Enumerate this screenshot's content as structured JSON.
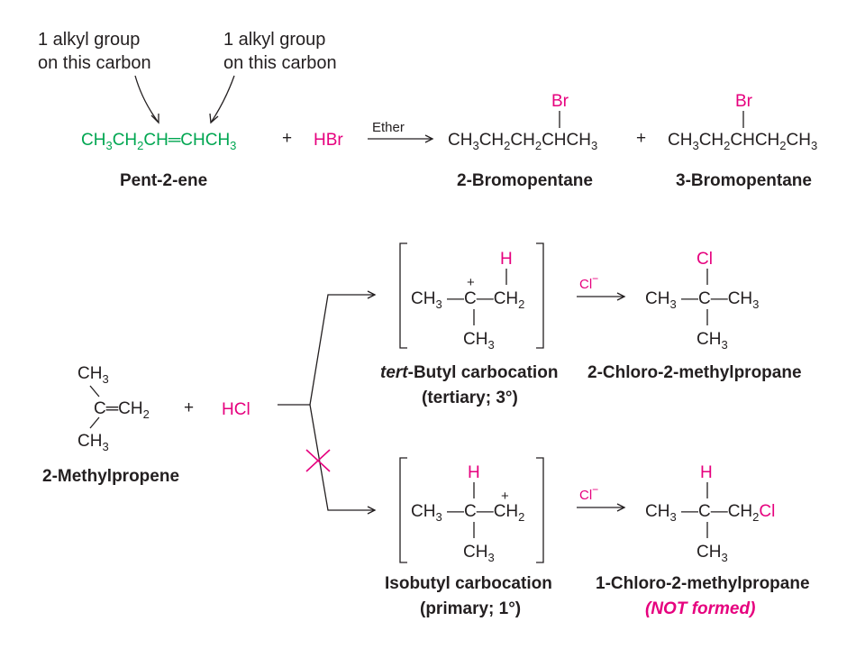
{
  "colors": {
    "text": "#231f20",
    "green": "#00a651",
    "magenta": "#e6007e",
    "background": "#ffffff"
  },
  "reaction1": {
    "annotation_left_line1": "1 alkyl group",
    "annotation_left_line2": "on this carbon",
    "annotation_right_line1": "1 alkyl group",
    "annotation_right_line2": "on this carbon",
    "plus": "+",
    "reagent": "HBr",
    "conditions": "Ether",
    "reactant_name": "Pent-2-ene",
    "product1_substituent": "Br",
    "product1_name": "2-Bromopentane",
    "product2_substituent": "Br",
    "product2_name": "3-Bromopentane"
  },
  "reaction2": {
    "reactant_name": "2-Methylpropene",
    "plus": "+",
    "reagent": "HCl",
    "upper": {
      "carbocation_name_italic": "tert",
      "carbocation_name_rest": "-Butyl carbocation",
      "carbocation_class": "(tertiary; 3°)",
      "attacking_ion": "Cl",
      "attacking_ion_charge": "−",
      "added_atom": "H",
      "charge": "+",
      "product_substituent": "Cl",
      "product_name": "2-Chloro-2-methylpropane"
    },
    "lower": {
      "carbocation_name": "Isobutyl carbocation",
      "carbocation_class": "(primary; 1°)",
      "attacking_ion": "Cl",
      "attacking_ion_charge": "−",
      "added_atom": "H",
      "charge": "+",
      "product_substituent": "H",
      "product_name": "1-Chloro-2-methylpropane",
      "product_note": "(NOT formed)"
    }
  }
}
